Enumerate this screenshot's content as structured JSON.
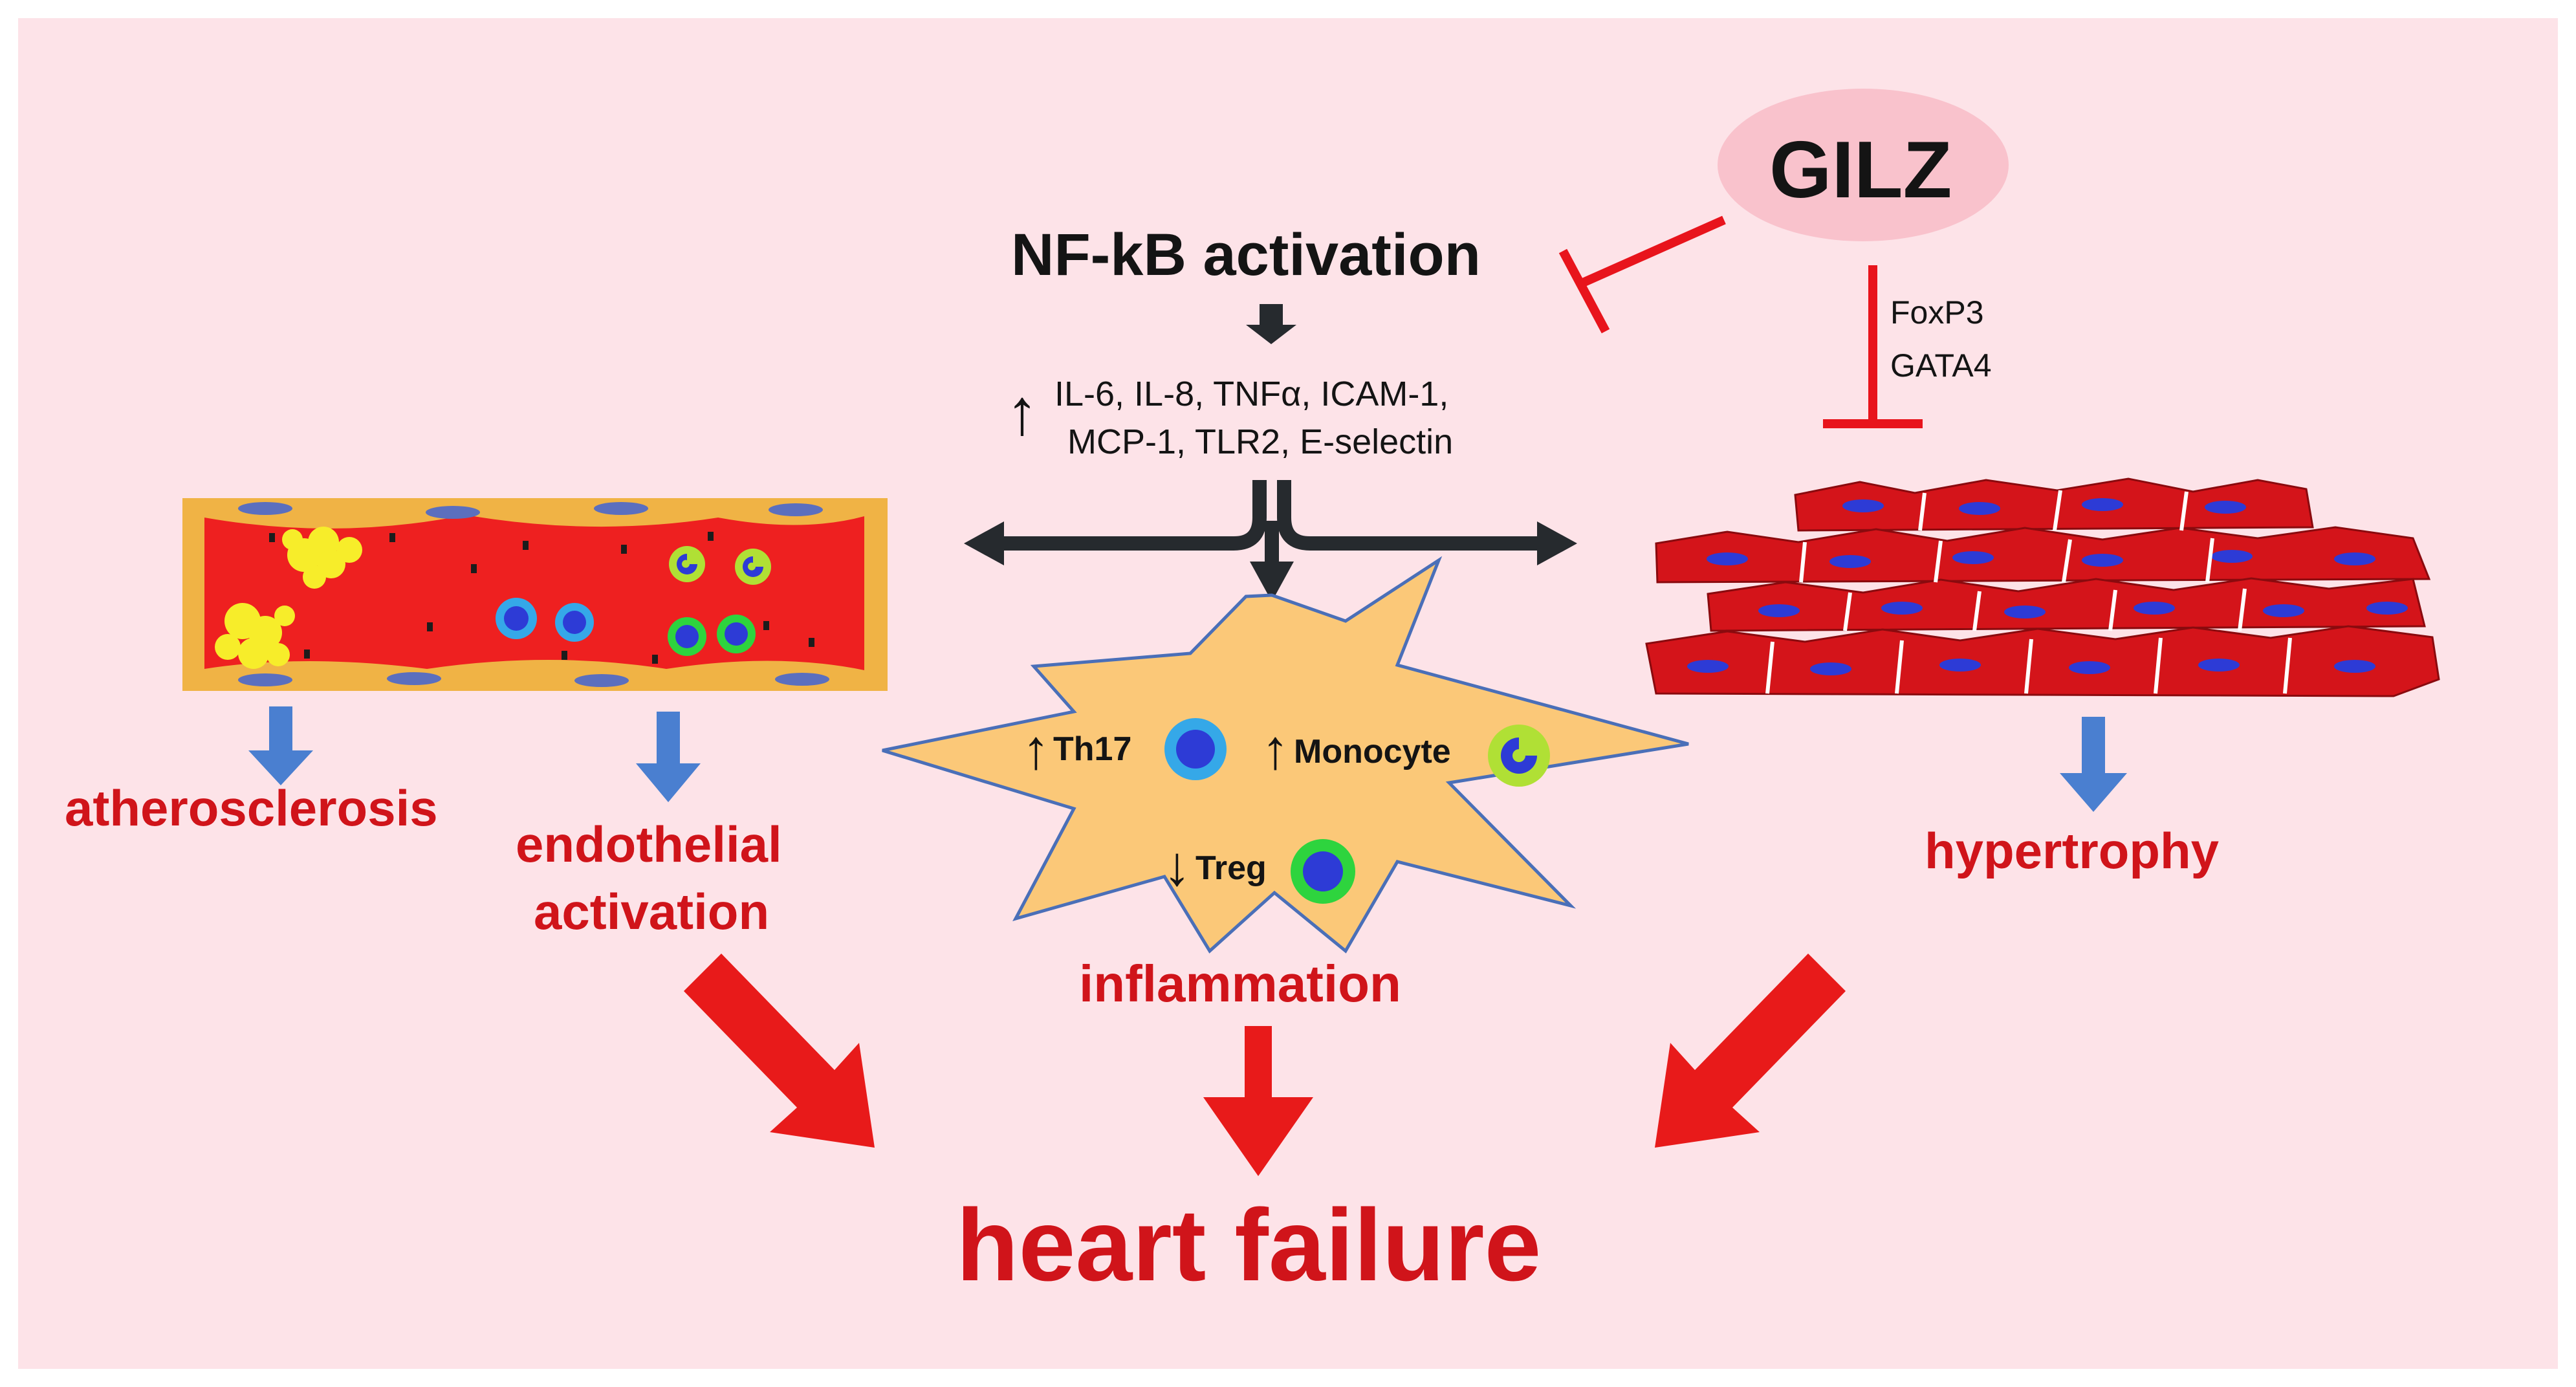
{
  "regulator": {
    "name": "GILZ"
  },
  "pathway": {
    "title": "NF-kB activation",
    "up_arrow": "↑",
    "mediators_line1": "IL-6, IL-8, TNFα, ICAM-1,",
    "mediators_line2": "MCP-1, TLR2, E-selectin"
  },
  "gilz_targets": {
    "line1": "FoxP3",
    "line2": "GATA4"
  },
  "inflammation": {
    "th17": {
      "arrow": "↑",
      "label": "Th17"
    },
    "monocyte": {
      "arrow": "↑",
      "label": "Monocyte"
    },
    "treg": {
      "arrow": "↓",
      "label": "Treg"
    },
    "caption": "inflammation"
  },
  "vessel_outcomes": {
    "atherosclerosis": "atherosclerosis",
    "endothelial_line1": "endothelial",
    "endothelial_line2": "activation"
  },
  "cardiomyocyte_outcome": "hypertrophy",
  "final_outcome": "heart failure",
  "colors": {
    "background": "#fde3e8",
    "outcome_red": "#d0141a",
    "inhibition_red": "#e8141c",
    "blue_arrow": "#4a7fd0",
    "vessel_wall": "#f0b345",
    "blood": "#ee2020",
    "nucleus": "#2d3bd6",
    "star_fill": "#fbc878",
    "star_stroke": "#4a6fb8",
    "gilz_ellipse": "#f9c2cc",
    "th17_ring": "#35a8e8",
    "monocyte_ring": "#b0e035",
    "treg_ring": "#2ed43e"
  },
  "icons": [
    "inhibition-bar",
    "block-arrow",
    "cell-nucleus",
    "plaque"
  ]
}
